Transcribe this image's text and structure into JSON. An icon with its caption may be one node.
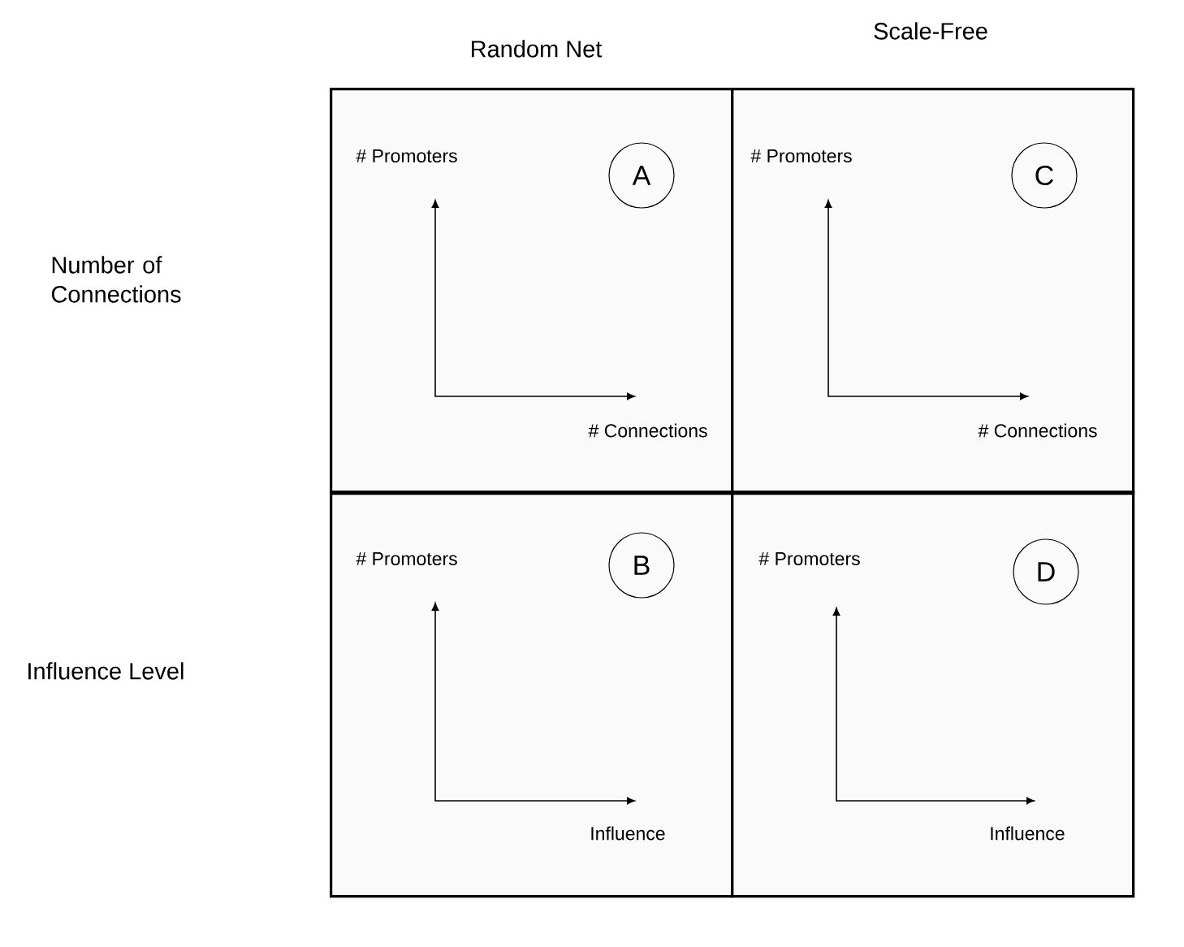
{
  "diagram": {
    "nodes": [
      {
        "text": [
          "# Promoters",
          "# Connections"
        ]
      },
      {
        "text": [
          "A"
        ],
        "in": 0
      },
      {
        "text": [
          "# Promoters",
          "# Connections"
        ]
      },
      {
        "text": [
          "C"
        ],
        "in": 2
      },
      {
        "text": [
          "# Promoters",
          "Influence"
        ]
      },
      {
        "text": [
          "B"
        ],
        "in": 4
      },
      {
        "text": [
          "# Promoters",
          "Influence"
        ]
      },
      {
        "text": [
          "D"
        ],
        "in": 6
      }
    ],
    "labels": [
      "Random Net",
      "Scale-Free",
      "Number of Connections",
      "Influence Level"
    ]
  }
}
